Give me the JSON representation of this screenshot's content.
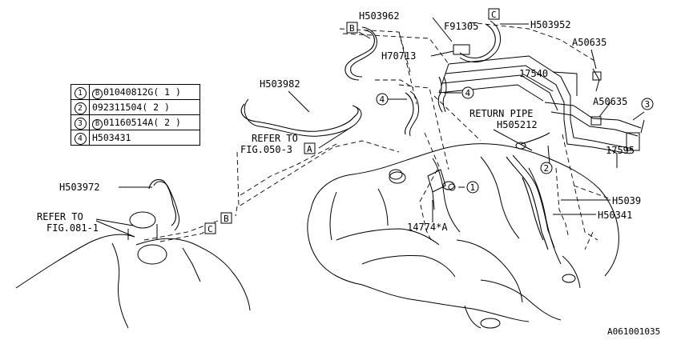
{
  "legend": [
    {
      "num": "1",
      "bolt": "B",
      "part": "01040812G",
      "qty": "( 1 )"
    },
    {
      "num": "2",
      "bolt": "",
      "part": "092311504",
      "qty": "( 2 )"
    },
    {
      "num": "3",
      "bolt": "B",
      "part": "01160514A",
      "qty": "( 2 )"
    },
    {
      "num": "4",
      "bolt": "",
      "part": "H503431",
      "qty": ""
    }
  ],
  "labels": {
    "h503962": "H503962",
    "f91305": "F91305",
    "h503952": "H503952",
    "h70713": "H70713",
    "a50635_top": "A50635",
    "a50635_mid": "A50635",
    "p17540": "17540",
    "h503982": "H503982",
    "refer_050_line1": "REFER TO",
    "refer_050_line2": "FIG.050-3",
    "return_pipe": "RETURN PIPE",
    "h505212": "H505212",
    "p17595": "17595",
    "h5039": "H5039",
    "h50341": "H50341",
    "p14774a": "14774*A",
    "h503972": "H503972",
    "refer_081_line1": "REFER TO",
    "refer_081_line2": "FIG.081-1",
    "diagram_code": "A061001035"
  },
  "callouts": {
    "box_a": "A",
    "box_b": "B",
    "box_c": "C",
    "circle_1": "1",
    "circle_2": "2",
    "circle_3": "3",
    "circle_4": "4"
  }
}
